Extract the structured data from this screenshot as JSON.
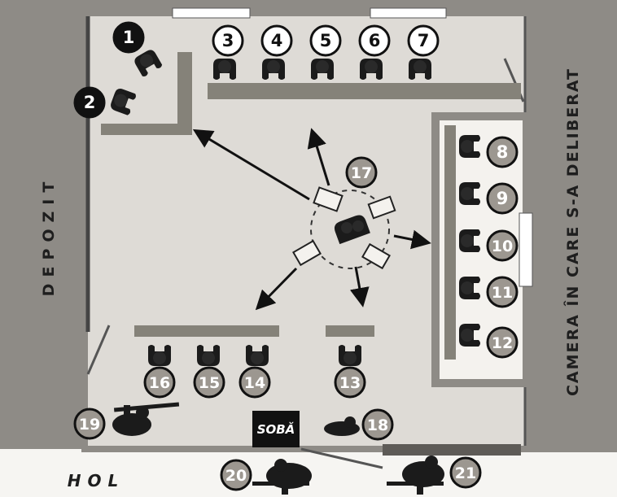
{
  "labels": {
    "depozit": "DEPOZIT",
    "camera": "CAMERA ÎN CARE S-A DELIBERAT",
    "hol": "HOL",
    "soba": "SOBĂ"
  },
  "colors": {
    "wall": "#8e8b86",
    "floor": "#dedbd6",
    "deliberation_floor": "#f4f2ee",
    "table": "#858279",
    "chair": "#1b1b1b",
    "badge_white": "#ffffff",
    "badge_black": "#111111",
    "badge_gray": "#9c9790",
    "outside": "#f6f5f2"
  },
  "badges": [
    {
      "n": "1",
      "style": "black"
    },
    {
      "n": "2",
      "style": "black"
    },
    {
      "n": "3",
      "style": "white"
    },
    {
      "n": "4",
      "style": "white"
    },
    {
      "n": "5",
      "style": "white"
    },
    {
      "n": "6",
      "style": "white"
    },
    {
      "n": "7",
      "style": "white"
    },
    {
      "n": "8",
      "style": "gray"
    },
    {
      "n": "9",
      "style": "gray"
    },
    {
      "n": "10",
      "style": "gray"
    },
    {
      "n": "11",
      "style": "gray"
    },
    {
      "n": "12",
      "style": "gray"
    },
    {
      "n": "13",
      "style": "gray"
    },
    {
      "n": "14",
      "style": "gray"
    },
    {
      "n": "15",
      "style": "gray"
    },
    {
      "n": "16",
      "style": "gray"
    },
    {
      "n": "17",
      "style": "gray"
    },
    {
      "n": "18",
      "style": "gray"
    },
    {
      "n": "19",
      "style": "gray"
    },
    {
      "n": "20",
      "style": "gray"
    },
    {
      "n": "21",
      "style": "gray"
    }
  ]
}
